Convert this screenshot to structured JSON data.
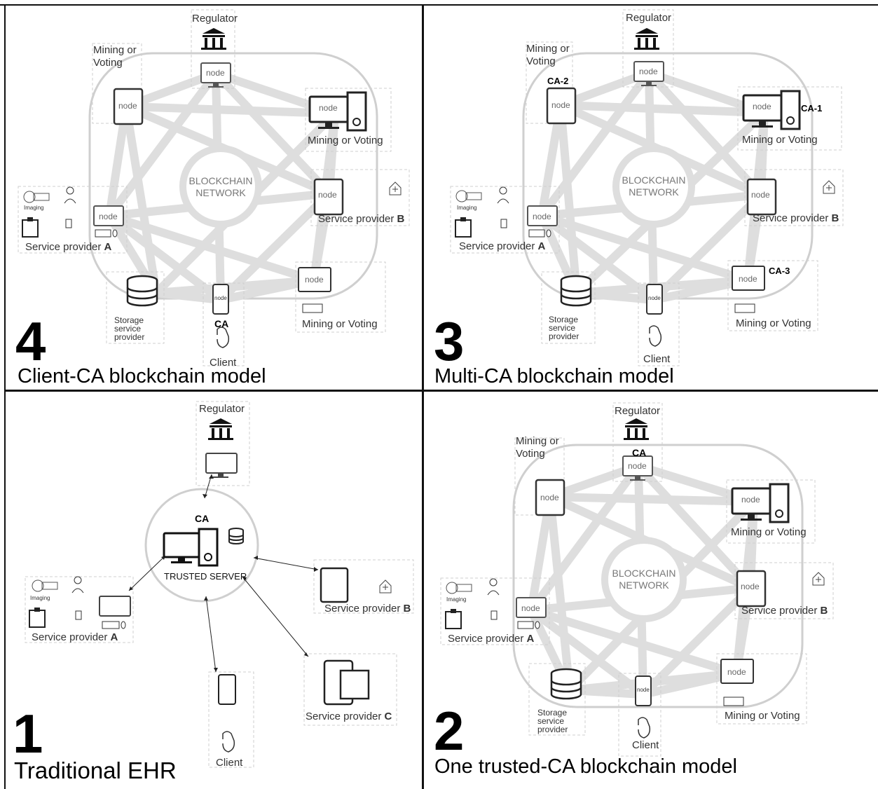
{
  "network_center": "BLOCKCHAIN\nNETWORK",
  "node_label": "node",
  "panels": {
    "p4": {
      "number": "4",
      "title": "Client-CA blockchain model",
      "regulator": "Regulator",
      "mining_tl": "Mining or\nVoting",
      "mining_tr": "Mining or Voting",
      "mining_br": "Mining or Voting",
      "sp_a_prefix": "Service provider ",
      "sp_a_letter": "A",
      "sp_b_prefix": "Service provider ",
      "sp_b_letter": "B",
      "imaging": "Imaging",
      "storage": "Storage\nservice\nprovider",
      "ca": "CA",
      "client": "Client"
    },
    "p3": {
      "number": "3",
      "title": "Multi-CA blockchain model",
      "regulator": "Regulator",
      "mining_tl": "Mining or\nVoting",
      "mining_tr": "Mining or Voting",
      "mining_br": "Mining or Voting",
      "sp_a_prefix": "Service provider ",
      "sp_a_letter": "A",
      "sp_b_prefix": "Service provider ",
      "sp_b_letter": "B",
      "imaging": "Imaging",
      "storage": "Storage\nservice\nprovider",
      "ca1": "CA-1",
      "ca2": "CA-2",
      "ca3": "CA-3",
      "client": "Client"
    },
    "p1": {
      "number": "1",
      "title": "Traditional EHR",
      "regulator": "Regulator",
      "ca": "CA",
      "server": "TRUSTED SERVER",
      "sp_a_prefix": "Service provider ",
      "sp_a_letter": "A",
      "sp_b_prefix": "Service provider ",
      "sp_b_letter": "B",
      "sp_c_prefix": "Service provider ",
      "sp_c_letter": "C",
      "imaging": "Imaging",
      "client": "Client"
    },
    "p2": {
      "number": "2",
      "title": "One trusted-CA blockchain model",
      "regulator": "Regulator",
      "ca": "CA",
      "mining_tl": "Mining or\nVoting",
      "mining_tr": "Mining or Voting",
      "mining_br": "Mining or Voting",
      "sp_a_prefix": "Service provider ",
      "sp_a_letter": "A",
      "sp_b_prefix": "Service provider ",
      "sp_b_letter": "B",
      "imaging": "Imaging",
      "storage": "Storage\nservice\nprovider",
      "client": "Client"
    }
  }
}
